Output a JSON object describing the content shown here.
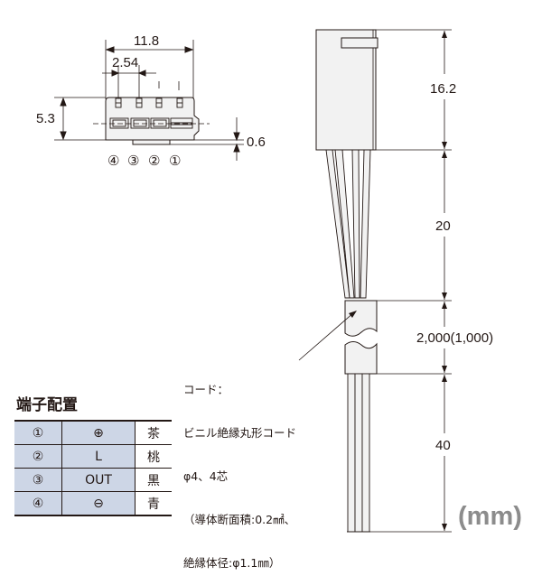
{
  "connector_view": {
    "dim_width": "11.8",
    "dim_pitch": "2.54",
    "dim_height": "5.3",
    "dim_offset": "0.6",
    "pin_labels": [
      "④",
      "③",
      "②",
      "①"
    ]
  },
  "side_view": {
    "dim_housing": "16.2",
    "dim_wires": "20",
    "dim_cable": "2,000(1,000)",
    "dim_tail": "40"
  },
  "cord_note": {
    "lines": [
      "コード：",
      "ビニル絶縁丸形コード",
      "φ4、4芯",
      "（導体断面積:0.2㎟、",
      "絶縁体径:φ1.1㎜）"
    ]
  },
  "pin_table": {
    "title": "端子配置",
    "rows": [
      {
        "no": "①",
        "signal": "⊕",
        "color": "茶"
      },
      {
        "no": "②",
        "signal": "L",
        "color": "桃"
      },
      {
        "no": "③",
        "signal": "OUT",
        "color": "黒"
      },
      {
        "no": "④",
        "signal": "⊖",
        "color": "青"
      }
    ],
    "cell_fill": "#cdd6e6"
  },
  "unit_label": "(mm)"
}
